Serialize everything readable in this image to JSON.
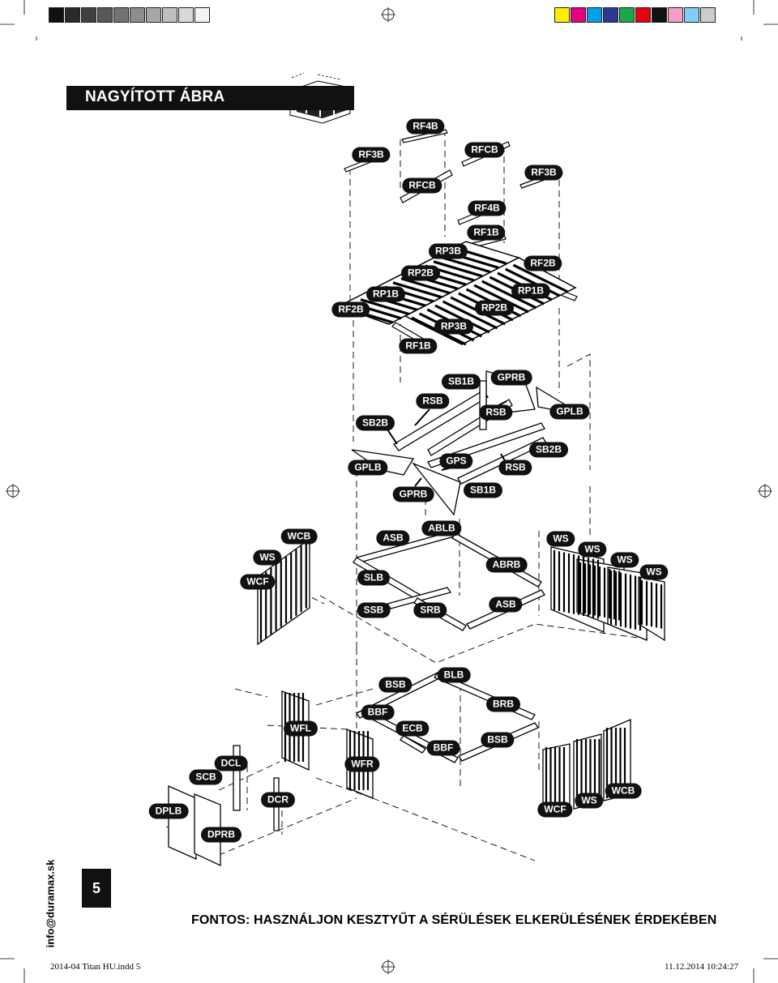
{
  "header": {
    "title": "NAGYÍTOTT ÁBRA"
  },
  "color_bar": {
    "grays": [
      "#111111",
      "#2a2a2a",
      "#3f3f3f",
      "#585858",
      "#727272",
      "#8c8c8c",
      "#a6a6a6",
      "#bfbfbf",
      "#d8d8d8",
      "#f2f2f2"
    ],
    "colors": [
      "#ffee00",
      "#e4007c",
      "#00a0e9",
      "#2b3990",
      "#1aa84b",
      "#e60012",
      "#111111",
      "#f29ec8",
      "#7fcef3",
      "#cccccc"
    ]
  },
  "parts": {
    "rf4b_top": "RF4B",
    "rf3b_left": "RF3B",
    "rfcb_right": "RFCB",
    "rf3b_right": "RF3B",
    "rfcb_left": "RFCB",
    "rf4b_mid": "RF4B",
    "rf1b_top": "RF1B",
    "rp3b_top": "RP3B",
    "rf2b_right": "RF2B",
    "rp2b_left": "RP2B",
    "rp1b_right": "RP1B",
    "rp1b_left": "RP1B",
    "rf2b_left": "RF2B",
    "rp2b_right": "RP2B",
    "rp3b_bottom": "RP3B",
    "rf1b_bottom": "RF1B",
    "sb1b_top": "SB1B",
    "gprb_top": "GPRB",
    "rsb_left": "RSB",
    "rsb_mid": "RSB",
    "gplb_right": "GPLB",
    "sb2b_left": "SB2B",
    "sb2b_right": "SB2B",
    "gps": "GPS",
    "gplb_left": "GPLB",
    "rsb_right": "RSB",
    "gprb_bottom": "GPRB",
    "sb1b_bottom": "SB1B",
    "wcb_left": "WCB",
    "asb_left": "ASB",
    "ablb": "ABLB",
    "ws_1": "WS",
    "ws_2": "WS",
    "ws_3": "WS",
    "ws_4": "WS",
    "ws_left": "WS",
    "abrb": "ABRB",
    "wcf_left": "WCF",
    "slb": "SLB",
    "ssb": "SSB",
    "srb": "SRB",
    "asb_right": "ASB",
    "bsb_top": "BSB",
    "blb": "BLB",
    "brb": "BRB",
    "bbf_left": "BBF",
    "wfl": "WFL",
    "ecb": "ECB",
    "bbf_right": "BBF",
    "bsb_bottom": "BSB",
    "dcl": "DCL",
    "wfr": "WFR",
    "scb": "SCB",
    "dplb": "DPLB",
    "dcr": "DCR",
    "wcf_right": "WCF",
    "ws_bottom": "WS",
    "wcb_right": "WCB",
    "dprb": "DPRB"
  },
  "page": {
    "number": "5",
    "contact": "info@duramax.sk",
    "warning": "FONTOS: HASZNÁLJON KESZTYŰT A SÉRÜLÉSEK ELKERÜLÉSÉNEK ÉRDEKÉBEN",
    "file": "2014-04 Titan HU.indd   5",
    "timestamp": "11.12.2014   10:24:27"
  }
}
